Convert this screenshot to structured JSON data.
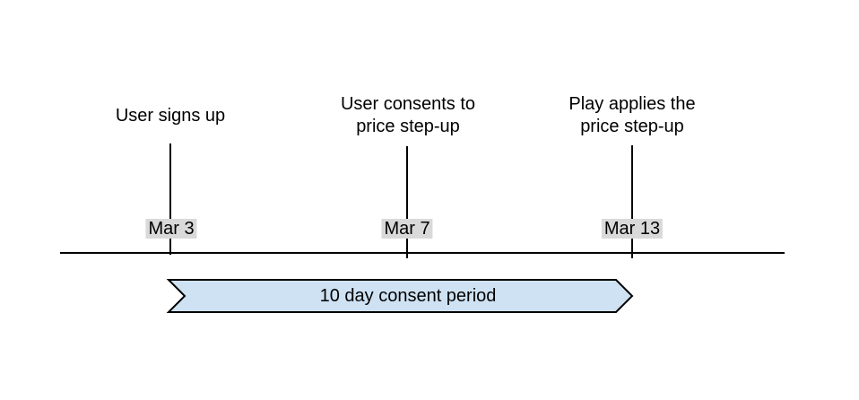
{
  "events": [
    {
      "lines": [
        "User signs up"
      ],
      "date": "Mar 3"
    },
    {
      "lines": [
        "User consents to",
        "price step-up"
      ],
      "date": "Mar 7"
    },
    {
      "lines": [
        "Play applies the",
        "price step-up"
      ],
      "date": "Mar 13"
    }
  ],
  "banner": {
    "label": "10 day consent period",
    "fill": "#cfe2f3",
    "stroke": "#000000"
  },
  "colors": {
    "background": "#ffffff",
    "line": "#000000",
    "date_badge_bg": "#d9d9d9"
  }
}
